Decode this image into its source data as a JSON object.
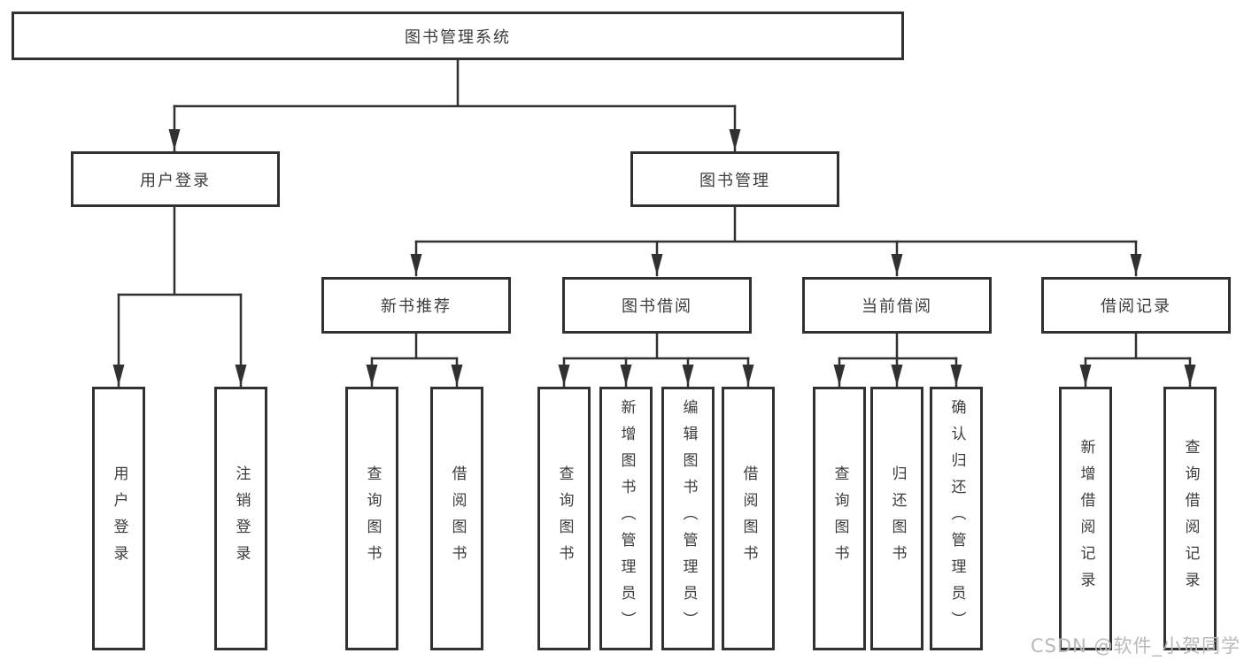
{
  "diagram_type": "functional-structure-tree",
  "hierarchy": {
    "label": "图书管理系统",
    "children": [
      {
        "label": "用户登录",
        "children": [
          {
            "label": "用户登录"
          },
          {
            "label": "注销登录"
          }
        ]
      },
      {
        "label": "图书管理",
        "children": [
          {
            "label": "新书推荐",
            "children": [
              {
                "label": "查询图书"
              },
              {
                "label": "借阅图书"
              }
            ]
          },
          {
            "label": "图书借阅",
            "children": [
              {
                "label": "查询图书"
              },
              {
                "label": "新增图书（管理员）"
              },
              {
                "label": "编辑图书（管理员）"
              },
              {
                "label": "借阅图书"
              }
            ]
          },
          {
            "label": "当前借阅",
            "children": [
              {
                "label": "查询图书"
              },
              {
                "label": "归还图书"
              },
              {
                "label": "确认归还（管理员）"
              }
            ]
          },
          {
            "label": "借阅记录",
            "children": [
              {
                "label": "新增借阅记录"
              },
              {
                "label": "查询借阅记录"
              }
            ]
          }
        ]
      }
    ]
  },
  "watermark": {
    "text": "CSDN @软件_小贺同学"
  },
  "colors": {
    "line": "#313131",
    "text": "#3c3c3c",
    "watermark": "#b8b8b8",
    "background": "#ffffff"
  }
}
